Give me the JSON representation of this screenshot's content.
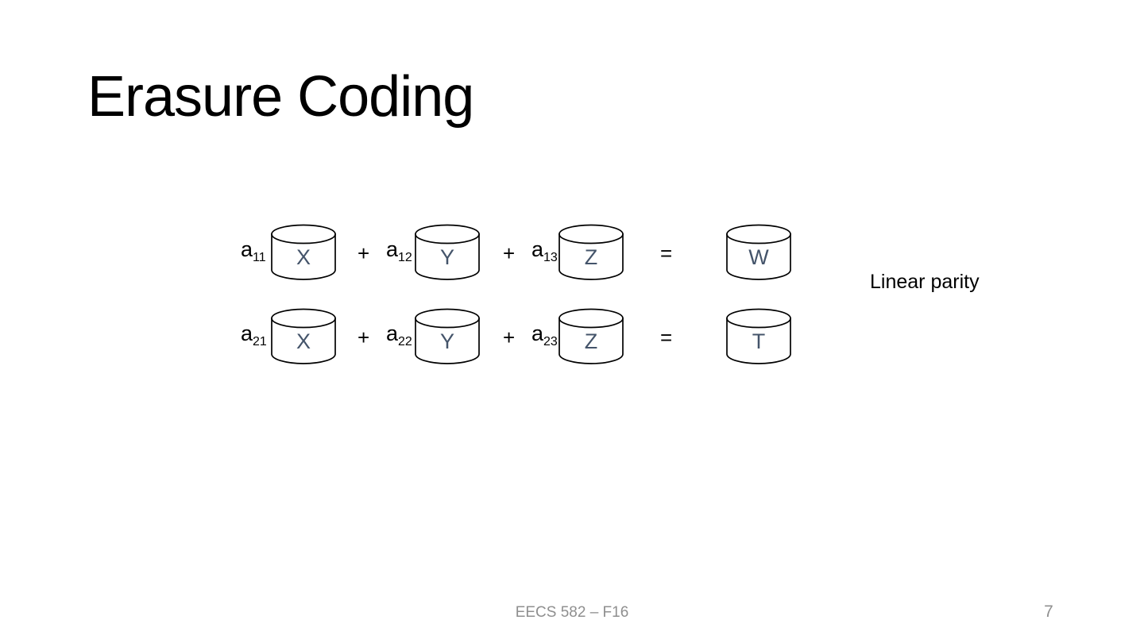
{
  "title": "Erasure Coding",
  "annotation": "Linear parity",
  "symbols": {
    "plus": "+",
    "equals": "="
  },
  "equations": [
    {
      "terms": [
        {
          "coef_base": "a",
          "coef_sub": "11",
          "disk": "X"
        },
        {
          "coef_base": "a",
          "coef_sub": "12",
          "disk": "Y"
        },
        {
          "coef_base": "a",
          "coef_sub": "13",
          "disk": "Z"
        }
      ],
      "result": "W"
    },
    {
      "terms": [
        {
          "coef_base": "a",
          "coef_sub": "21",
          "disk": "X"
        },
        {
          "coef_base": "a",
          "coef_sub": "22",
          "disk": "Y"
        },
        {
          "coef_base": "a",
          "coef_sub": "23",
          "disk": "Z"
        }
      ],
      "result": "T"
    }
  ],
  "footer": {
    "course": "EECS 582 – F16",
    "page": "7"
  },
  "colors": {
    "disk_label": "#44546A",
    "disk_outline": "#000000",
    "title_text": "#000000",
    "footer_text": "#8f8f8f",
    "background": "#ffffff"
  }
}
